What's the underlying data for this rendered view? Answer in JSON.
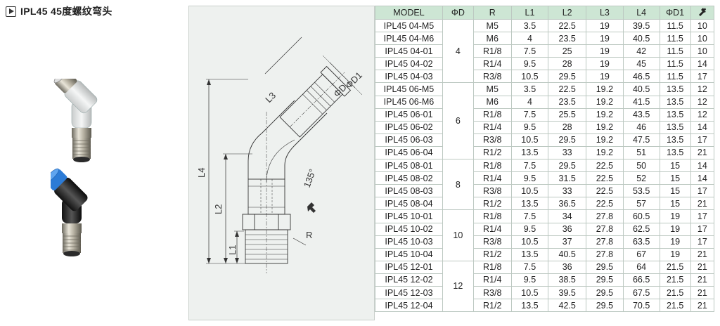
{
  "title": "IPL45 45度螺纹弯头",
  "headers": {
    "model": "MODEL",
    "d": "ΦD",
    "r": "R",
    "l1": "L1",
    "l2": "L2",
    "l3": "L3",
    "l4": "L4",
    "d1": "ΦD1"
  },
  "diagram": {
    "l1": "L1",
    "l2": "L2",
    "l3": "L3",
    "l4": "L4",
    "d": "ΦD",
    "d1": "ΦD1",
    "angle": "135°",
    "r": "R"
  },
  "groups": [
    {
      "d": "4",
      "rows": [
        [
          "IPL45 04-M5",
          "M5",
          "3.5",
          "22.5",
          "19",
          "39.5",
          "11.5",
          "10"
        ],
        [
          "IPL45 04-M6",
          "M6",
          "4",
          "23.5",
          "19",
          "40.5",
          "11.5",
          "10"
        ],
        [
          "IPL45 04-01",
          "R1/8",
          "7.5",
          "25",
          "19",
          "42",
          "11.5",
          "10"
        ],
        [
          "IPL45 04-02",
          "R1/4",
          "9.5",
          "28",
          "19",
          "45",
          "11.5",
          "14"
        ],
        [
          "IPL45 04-03",
          "R3/8",
          "10.5",
          "29.5",
          "19",
          "46.5",
          "11.5",
          "17"
        ]
      ]
    },
    {
      "d": "6",
      "rows": [
        [
          "IPL45 06-M5",
          "M5",
          "3.5",
          "22.5",
          "19.2",
          "40.5",
          "13.5",
          "12"
        ],
        [
          "IPL45 06-M6",
          "M6",
          "4",
          "23.5",
          "19.2",
          "41.5",
          "13.5",
          "12"
        ],
        [
          "IPL45 06-01",
          "R1/8",
          "7.5",
          "25.5",
          "19.2",
          "43.5",
          "13.5",
          "12"
        ],
        [
          "IPL45 06-02",
          "R1/4",
          "9.5",
          "28",
          "19.2",
          "46",
          "13.5",
          "14"
        ],
        [
          "IPL45 06-03",
          "R3/8",
          "10.5",
          "29.5",
          "19.2",
          "47.5",
          "13.5",
          "17"
        ],
        [
          "IPL45 06-04",
          "R1/2",
          "13.5",
          "33",
          "19.2",
          "51",
          "13.5",
          "21"
        ]
      ]
    },
    {
      "d": "8",
      "rows": [
        [
          "IPL45 08-01",
          "R1/8",
          "7.5",
          "29.5",
          "22.5",
          "50",
          "15",
          "14"
        ],
        [
          "IPL45 08-02",
          "R1/4",
          "9.5",
          "31.5",
          "22.5",
          "52",
          "15",
          "14"
        ],
        [
          "IPL45 08-03",
          "R3/8",
          "10.5",
          "33",
          "22.5",
          "53.5",
          "15",
          "17"
        ],
        [
          "IPL45 08-04",
          "R1/2",
          "13.5",
          "36.5",
          "22.5",
          "57",
          "15",
          "21"
        ]
      ]
    },
    {
      "d": "10",
      "rows": [
        [
          "IPL45 10-01",
          "R1/8",
          "7.5",
          "34",
          "27.8",
          "60.5",
          "19",
          "17"
        ],
        [
          "IPL45 10-02",
          "R1/4",
          "9.5",
          "36",
          "27.8",
          "62.5",
          "19",
          "17"
        ],
        [
          "IPL45 10-03",
          "R3/8",
          "10.5",
          "37",
          "27.8",
          "63.5",
          "19",
          "17"
        ],
        [
          "IPL45 10-04",
          "R1/2",
          "13.5",
          "40.5",
          "27.8",
          "67",
          "19",
          "21"
        ]
      ]
    },
    {
      "d": "12",
      "rows": [
        [
          "IPL45 12-01",
          "R1/8",
          "7.5",
          "36",
          "29.5",
          "64",
          "21.5",
          "21"
        ],
        [
          "IPL45 12-02",
          "R1/4",
          "9.5",
          "38.5",
          "29.5",
          "66.5",
          "21.5",
          "21"
        ],
        [
          "IPL45 12-03",
          "R3/8",
          "10.5",
          "39.5",
          "29.5",
          "67.5",
          "21.5",
          "21"
        ],
        [
          "IPL45 12-04",
          "R1/2",
          "13.5",
          "42.5",
          "29.5",
          "70.5",
          "21.5",
          "21"
        ]
      ]
    }
  ]
}
